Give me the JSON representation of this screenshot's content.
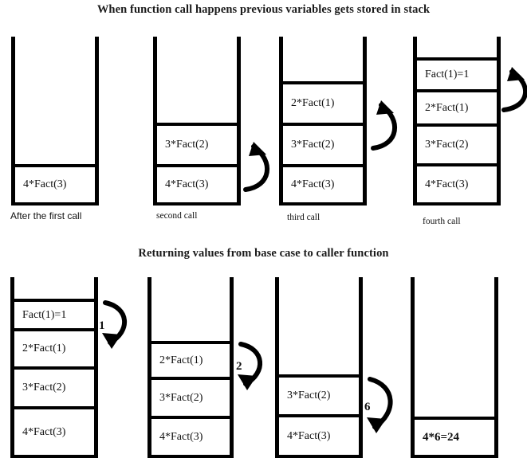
{
  "titles": {
    "top": "When function call happens previous variables gets stored in stack",
    "bottom": "Returning values from base case to caller function"
  },
  "colors": {
    "stroke": "#000000",
    "background": "#ffffff",
    "text": "#111111"
  },
  "top_row": {
    "stacks": [
      {
        "caption": "After the first call",
        "caption_font": "sans",
        "frames": [
          "4*Fact(3)"
        ],
        "arrow": null
      },
      {
        "caption": "second call",
        "caption_font": "serif",
        "frames": [
          "3*Fact(2)",
          "4*Fact(3)"
        ],
        "arrow": {
          "direction": "up",
          "label": ""
        }
      },
      {
        "caption": "third call",
        "caption_font": "serif",
        "frames": [
          "2*Fact(1)",
          "3*Fact(2)",
          "4*Fact(3)"
        ],
        "arrow": {
          "direction": "up",
          "label": ""
        }
      },
      {
        "caption": "fourth call",
        "caption_font": "serif",
        "frames": [
          "Fact(1)=1",
          "2*Fact(1)",
          "3*Fact(2)",
          "4*Fact(3)"
        ],
        "arrow": {
          "direction": "up",
          "label": ""
        }
      }
    ]
  },
  "bottom_row": {
    "stacks": [
      {
        "caption": "",
        "frames": [
          "Fact(1)=1",
          "2*Fact(1)",
          "3*Fact(2)",
          "4*Fact(3)"
        ],
        "arrow": {
          "direction": "down",
          "label": "1"
        }
      },
      {
        "caption": "",
        "frames": [
          "2*Fact(1)",
          "3*Fact(2)",
          "4*Fact(3)"
        ],
        "arrow": {
          "direction": "down",
          "label": "2"
        }
      },
      {
        "caption": "",
        "frames": [
          "3*Fact(2)",
          "4*Fact(3)"
        ],
        "arrow": {
          "direction": "down",
          "label": "6"
        }
      },
      {
        "caption": "",
        "frames": [
          "4*6=24"
        ],
        "arrow": null,
        "bold_last": true
      }
    ]
  }
}
